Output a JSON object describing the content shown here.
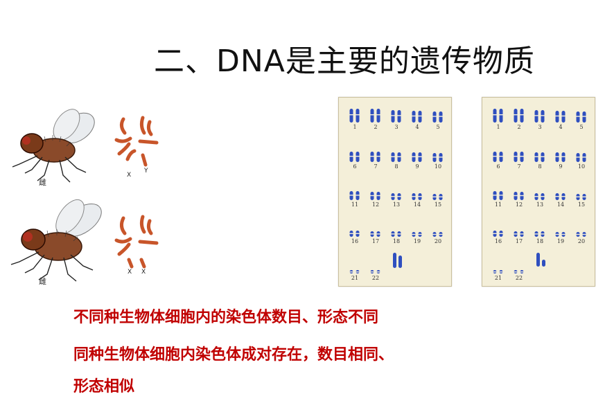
{
  "slide": {
    "title": "二、DNA是主要的遗传物质"
  },
  "flies": [
    {
      "label": "雌",
      "chromosome_labels": [
        "X",
        "Y"
      ]
    },
    {
      "label": "雌",
      "chromosome_labels": [
        "X",
        "X"
      ]
    }
  ],
  "karyotypes": [
    {
      "numbers": [
        "1",
        "2",
        "3",
        "4",
        "5",
        "6",
        "7",
        "8",
        "9",
        "10",
        "11",
        "12",
        "13",
        "14",
        "15",
        "16",
        "17",
        "18",
        "19",
        "20",
        "21",
        "22"
      ]
    },
    {
      "numbers": [
        "1",
        "2",
        "3",
        "4",
        "5",
        "6",
        "7",
        "8",
        "9",
        "10",
        "11",
        "12",
        "13",
        "14",
        "15",
        "16",
        "17",
        "18",
        "19",
        "20",
        "21",
        "22"
      ]
    }
  ],
  "statements": [
    "不同种生物体细胞内的染色体数目、形态不同",
    "同种生物体细胞内染色体成对存在，数目相同、",
    "形态相似"
  ],
  "colors": {
    "statement_text": "#c00000",
    "chromosome_blue": "#2f4fbf",
    "fly_chromosome": "#c8552a",
    "karyotype_card": "#f4efd9"
  }
}
